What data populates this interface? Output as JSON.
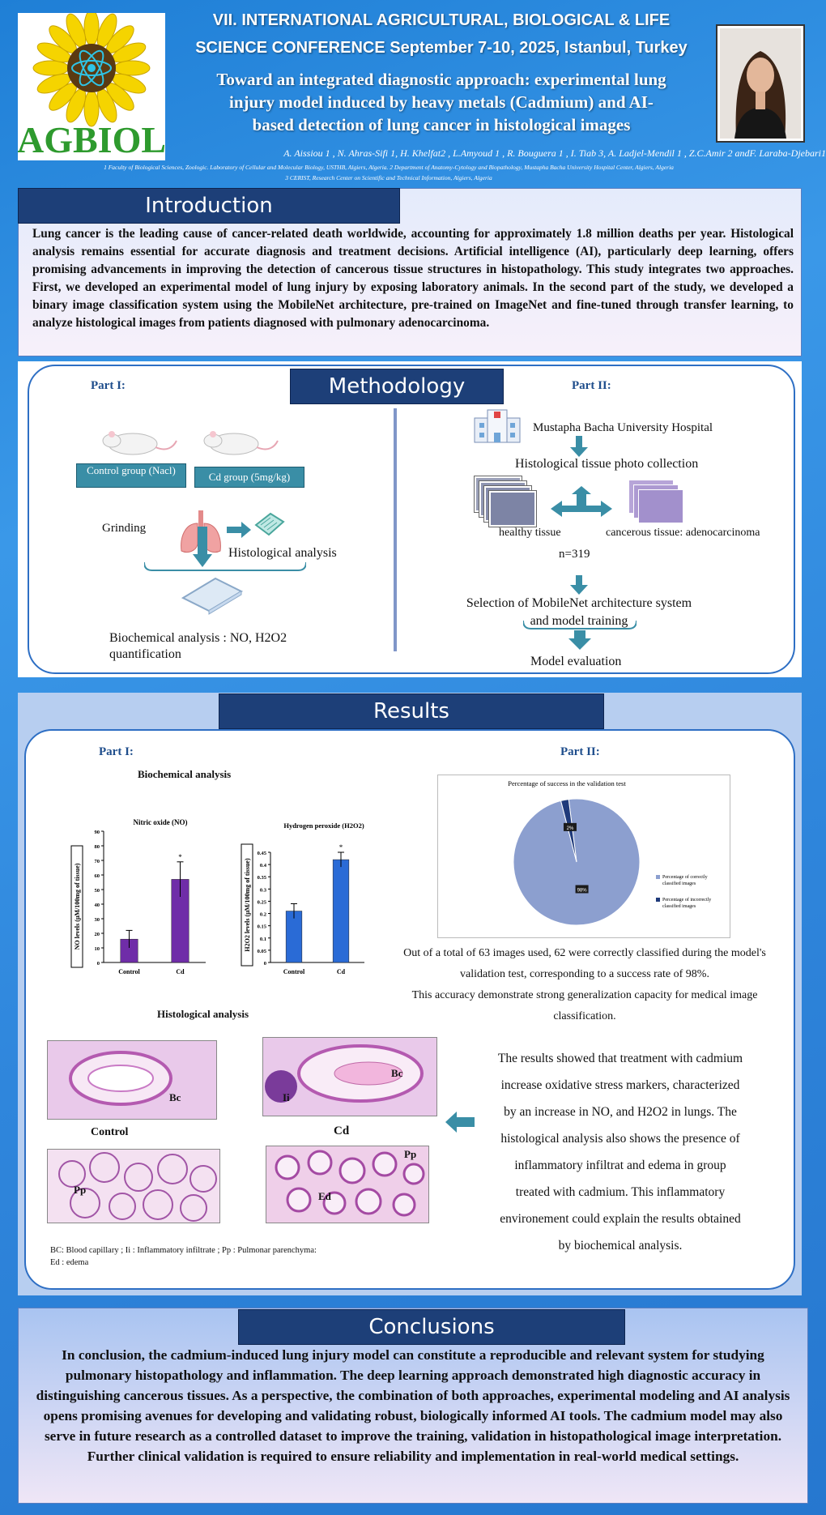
{
  "header": {
    "conference_line1": "VII. INTERNATIONAL AGRICULTURAL, BIOLOGICAL & LIFE",
    "conference_line2": "SCIENCE CONFERENCE September 7-10, 2025, Istanbul, Turkey",
    "title_line1": "Toward an integrated diagnostic approach: experimental lung",
    "title_line2": "injury model induced  by heavy metals (Cadmium) and AI-",
    "title_line3": "based detection of lung cancer in histological images",
    "authors": "A. Aissiou 1 , N. Ahras-Sifi 1,  H. Khelfat2 , L.Amyoud 1 , R. Bouguera 1   , I. Tiab 3, A. Ladjel-Mendil 1 , Z.C.Amir 2 andF. Laraba-Djebari1",
    "affiliation_line1": "1 Faculty of Biological Sciences, Zoologic. Laboratory of Cellular and Molecular Biology, USTHB, Algiers, Algeria. 2 Department of Anatomy-Cytology and Biopathology, Mustapha Bacha University Hospital Center, Algiers, Algeria",
    "affiliation_line2": "3 CERIST, Research Center on Scientific and Technical Information, Algiers, Algeria",
    "logo_text": "AGBIOL"
  },
  "introduction": {
    "heading": "Introduction",
    "text": "Lung cancer is the leading cause of cancer-related death worldwide, accounting for approximately 1.8 million deaths per year. Histological analysis remains essential for accurate diagnosis and treatment decisions. Artificial intelligence (AI), particularly deep learning, offers promising advancements in improving the detection of cancerous tissue structures in histopathology. This study integrates two approaches. First, we developed an experimental model of lung injury by exposing laboratory animals. In the second part of the study, we developed a binary image classification system using the MobileNet architecture, pre-trained on ImageNet and fine-tuned through transfer learning, to analyze histological images from patients diagnosed with pulmonary adenocarcinoma."
  },
  "methodology": {
    "heading": "Methodology",
    "part1_label": "Part I:",
    "part2_label": "Part II:",
    "control_group": "Control group (Nacl)",
    "cd_group": "Cd group (5mg/kg)",
    "grinding": "Grinding",
    "histological_analysis": "Histological analysis",
    "biochemical_analysis_line1": "Biochemical analysis  : NO, H2O2",
    "biochemical_analysis_line2": "quantification",
    "hospital": "Mustapha Bacha University Hospital",
    "photo_collection": "Histological tissue photo collection",
    "healthy_tissue": "healthy tissue",
    "cancerous_tissue": "cancerous tissue: adenocarcinoma",
    "n_label": "n=319",
    "selection_line1": "Selection of MobileNet architecture system",
    "selection_line2": "and    model training",
    "model_evaluation": "Model evaluation"
  },
  "results": {
    "heading": "Results",
    "part1_label": "Part I:",
    "part2_label": "Part II:",
    "biochemical_title": "Biochemical analysis",
    "histological_title": "Histological analysis",
    "control_label": "Control",
    "cd_label": "Cd",
    "hist_labels": {
      "bc": "Bc",
      "ii": "Ii",
      "pp": "Pp",
      "ed": "Ed"
    },
    "legend_line1": "BC: Blood capillary  ; Ii : Inflammatory  infiltrate ; Pp : Pulmonar parenchyma:",
    "legend_line2": "Ed : edema",
    "pie_text_line1": "Out of a total of 63 images used, 62 were correctly classified during the model's",
    "pie_text_line2": "validation test, corresponding to a success rate of 98%.",
    "pie_text_line3": "This accuracy  demonstrate strong generalization  capacity for medical image",
    "pie_text_line4": "classification.",
    "discussion_lines": [
      "The results showed that treatment with cadmium",
      "increase oxidative stress markers, characterized",
      "by an increase  in NO, and H2O2 in lungs. The",
      "histological analysis also shows the presence of",
      "inflammatory infiltrat and edema in group",
      "treated with cadmium. This inflammatory",
      "environement could explain the results obtained",
      "by biochemical analysis."
    ]
  },
  "chart_data": [
    {
      "type": "bar",
      "title": "Nitric oxide (NO)",
      "categories": [
        "Control",
        "Cd"
      ],
      "values": [
        16,
        57
      ],
      "errors": [
        6,
        12
      ],
      "ylabel": "NO levels (µM/100mg of tissue)",
      "ylim": [
        0,
        90
      ],
      "yticks": [
        0,
        10,
        20,
        30,
        40,
        50,
        60,
        70,
        80,
        90
      ],
      "significance": [
        "",
        "*"
      ],
      "color": "#6f2da8"
    },
    {
      "type": "bar",
      "title": "Hydrogen peroxide (H2O2)",
      "categories": [
        "Control",
        "Cd"
      ],
      "values": [
        0.21,
        0.42
      ],
      "errors": [
        0.03,
        0.03
      ],
      "ylabel": "H2O2 levels (µM/100mg of tissue)",
      "ylim": [
        0,
        0.45
      ],
      "yticks": [
        0,
        0.05,
        0.1,
        0.15,
        0.2,
        0.25,
        0.3,
        0.35,
        0.4,
        0.45
      ],
      "significance": [
        "",
        "*"
      ],
      "color": "#2a6bd6"
    },
    {
      "type": "pie",
      "title": "Percentage of success in the validation  test",
      "slices": [
        {
          "name": "Percentage of correctly classified images",
          "value": 98,
          "label": "98%",
          "color": "#8c9fcf"
        },
        {
          "name": "Percentage of incorrectly classified images",
          "value": 2,
          "label": "2%",
          "color": "#1f3a7a"
        }
      ]
    }
  ],
  "conclusions": {
    "heading": "Conclusions",
    "text": "In conclusion, the cadmium-induced lung injury model can constitute a reproducible and relevant system  for studying pulmonary histopathology and inflammation. The deep learning approach demonstrated high diagnostic accuracy  in distinguishing cancerous tissues. As a perspective, the combination of both approaches, experimental modeling and AI analysis opens promising avenues for developing and validating robust, biologically informed AI tools. The cadmium model may also serve in future research as a controlled dataset to improve the training, validation in histopathological image interpretation. Further clinical validation is required to ensure reliability and implementation in real-world medical settings."
  }
}
